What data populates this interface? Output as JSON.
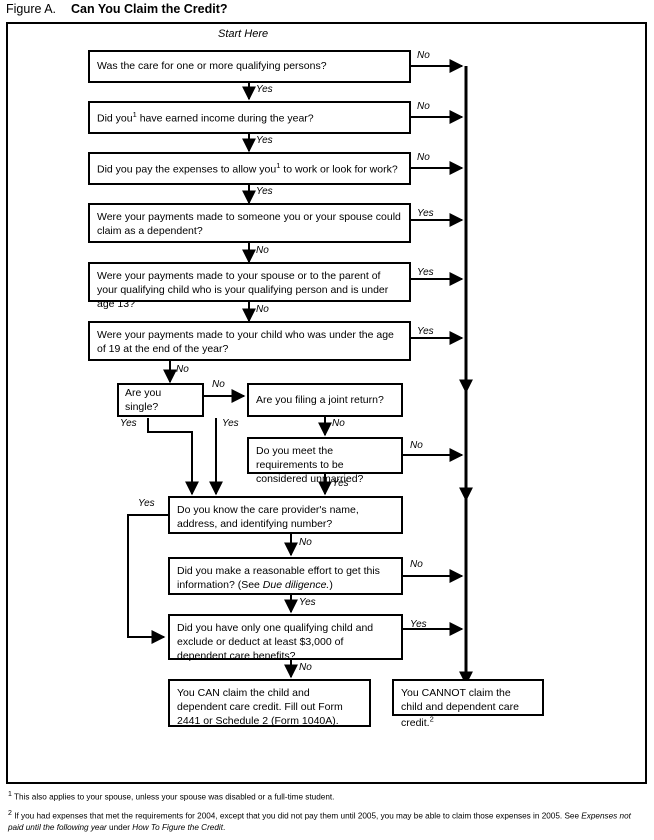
{
  "figure": {
    "label": "Figure A.",
    "title": "Can You Claim the Credit?",
    "start_here": "Start Here"
  },
  "chart_data": {
    "type": "flowchart",
    "title": "Figure A. Can You Claim the Credit?",
    "entry_label": "Start Here",
    "nodes": [
      {
        "id": "q1",
        "text": "Was the care for one or more qualifying persons?"
      },
      {
        "id": "q2",
        "text": "Did you1 have earned income during the year?"
      },
      {
        "id": "q3",
        "text": "Did you pay the expenses to allow you1 to work or look for work?"
      },
      {
        "id": "q4",
        "text": "Were your payments made to someone you or your spouse could claim as a dependent?"
      },
      {
        "id": "q5",
        "text": "Were your payments made to your spouse or to the parent of your qualifying child who is your qualifying person and is under age 13?"
      },
      {
        "id": "q6",
        "text": "Were your payments made to your child who was under the age of 19 at the end of the year?"
      },
      {
        "id": "q7",
        "text": "Are you single?"
      },
      {
        "id": "q8",
        "text": "Are you filing a joint return?"
      },
      {
        "id": "q9",
        "text": "Do you meet the requirements to be considered unmarried?"
      },
      {
        "id": "q10",
        "text": "Do you know the care provider's name, address, and identifying number?"
      },
      {
        "id": "q11",
        "text": "Did you make a reasonable effort to get this information? (See Due diligence.)"
      },
      {
        "id": "q12",
        "text": "Did you have only one qualifying child and exclude or deduct at least $3,000 of dependent care benefits?"
      },
      {
        "id": "can",
        "text": "You CAN claim the child and dependent care credit. Fill out Form 2441 or Schedule 2 (Form 1040A)."
      },
      {
        "id": "cannot",
        "text": "You CANNOT claim the child and dependent care credit.2"
      }
    ],
    "edges": [
      {
        "from": "q1",
        "to": "cannot",
        "label": "No"
      },
      {
        "from": "q1",
        "to": "q2",
        "label": "Yes"
      },
      {
        "from": "q2",
        "to": "cannot",
        "label": "No"
      },
      {
        "from": "q2",
        "to": "q3",
        "label": "Yes"
      },
      {
        "from": "q3",
        "to": "cannot",
        "label": "No"
      },
      {
        "from": "q3",
        "to": "q4",
        "label": "Yes"
      },
      {
        "from": "q4",
        "to": "cannot",
        "label": "Yes"
      },
      {
        "from": "q4",
        "to": "q5",
        "label": "No"
      },
      {
        "from": "q5",
        "to": "cannot",
        "label": "Yes"
      },
      {
        "from": "q5",
        "to": "q6",
        "label": "No"
      },
      {
        "from": "q6",
        "to": "cannot",
        "label": "Yes"
      },
      {
        "from": "q6",
        "to": "q7",
        "label": "No"
      },
      {
        "from": "q7",
        "to": "q8",
        "label": "No"
      },
      {
        "from": "q7",
        "to": "q10",
        "label": "Yes"
      },
      {
        "from": "q8",
        "to": "q9",
        "label": "No"
      },
      {
        "from": "q8",
        "to": "q10",
        "label": "Yes"
      },
      {
        "from": "q9",
        "to": "cannot",
        "label": "No"
      },
      {
        "from": "q9",
        "to": "q10",
        "label": "Yes"
      },
      {
        "from": "q10",
        "to": "q11",
        "label": "No"
      },
      {
        "from": "q10",
        "to": "q12",
        "label": "Yes"
      },
      {
        "from": "q11",
        "to": "cannot",
        "label": "No"
      },
      {
        "from": "q11",
        "to": "q12",
        "label": "Yes"
      },
      {
        "from": "q12",
        "to": "cannot",
        "label": "Yes"
      },
      {
        "from": "q12",
        "to": "can",
        "label": "No"
      }
    ]
  },
  "boxes": {
    "q1": "Was the care for one or more qualifying persons?",
    "q2_a": "Did you",
    "q2_sup": "1",
    "q2_b": " have earned income during the year?",
    "q3_a": "Did you pay the expenses to allow you",
    "q3_sup": "1",
    "q3_b": " to work or look for work?",
    "q4": "Were your payments made to someone you or your spouse could claim as a dependent?",
    "q5": "Were your payments made to your spouse or to the parent of your qualifying child who is your qualifying person and is under age 13?",
    "q6": "Were your payments made to your child who was under the age of 19 at the end of the year?",
    "q7": "Are you single?",
    "q8": "Are you filing a joint return?",
    "q9": "Do you meet the requirements to be considered unmarried?",
    "q10": "Do you know the care provider's name, address, and identifying number?",
    "q11_a": "Did you make a reasonable effort to get this information? (See ",
    "q11_em": "Due diligence.",
    "q11_b": ")",
    "q12": "Did you have only one qualifying child and exclude or deduct at least $3,000 of dependent care benefits?",
    "can": "You CAN claim the child and dependent care credit. Fill out Form 2441 or Schedule 2 (Form 1040A).",
    "cannot_a": "You CANNOT claim the child and dependent care credit.",
    "cannot_sup": "2"
  },
  "labels": {
    "no": "No",
    "yes": "Yes"
  },
  "footnotes": {
    "f1_sup": "1",
    "f1": "This also applies to your spouse, unless your spouse was disabled or a full-time student.",
    "f2_sup": "2",
    "f2_a": "If you had expenses that met the requirements for 2004, except that you did not pay them until 2005, you may be able to claim those expenses in 2005. See ",
    "f2_em1": "Expenses not paid until the following year",
    "f2_mid": " under ",
    "f2_em2": "How To Figure the Credit",
    "f2_end": "."
  },
  "colors": {
    "ink": "#000000",
    "paper": "#ffffff"
  }
}
